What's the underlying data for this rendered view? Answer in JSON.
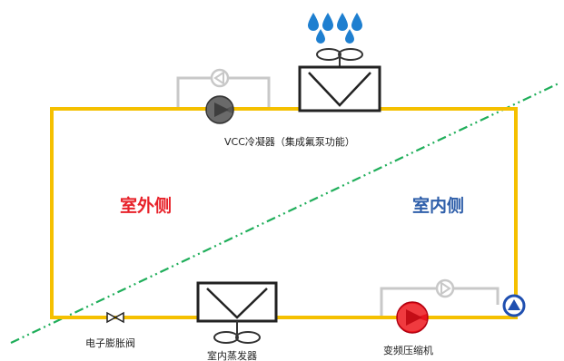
{
  "labels": {
    "condenser": "VCC冷凝器（集成氟泵功能）",
    "outdoor_side": "室外侧",
    "indoor_side": "室内侧",
    "expansion_valve": "电子膨胀阀",
    "indoor_evaporator": "室内蒸发器",
    "inverter_compressor": "变频压缩机"
  },
  "colors": {
    "pipe": "#f5c000",
    "bypass": "#c8c8c8",
    "divider": "#1fae5a",
    "outdoor_text": "#e8222a",
    "indoor_text": "#2f5faa",
    "compressor": "#e8141c",
    "fluor_pump": "#555555",
    "water": "#1e7fd0",
    "indicator": "#1f4fb0"
  },
  "icons": {
    "water_drops": "water-drops-icon",
    "condenser_fan": "fan-icon",
    "evaporator_fan": "fan-icon",
    "fluor_pump": "pump-icon",
    "compressor": "compressor-icon",
    "expansion_valve": "valve-icon",
    "flow_indicator": "flow-direction-icon"
  }
}
